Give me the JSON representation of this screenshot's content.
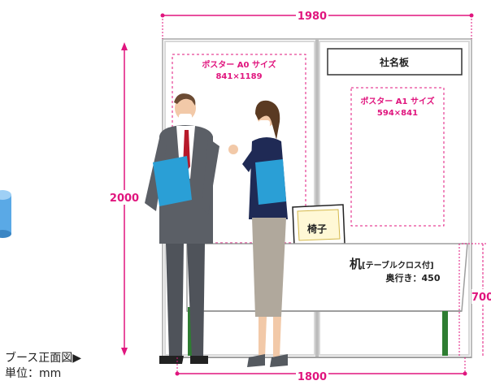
{
  "dimensions": {
    "width": "1980",
    "height": "2000",
    "desk_height": "700",
    "desk_width": "1800"
  },
  "panels": {
    "name_board": "社名板",
    "poster_a0_title": "ポスター A0 サイズ",
    "poster_a0_size": "841×1189",
    "poster_a1_title": "ポスター A1 サイズ",
    "poster_a1_size": "594×841"
  },
  "chair": {
    "label": "椅子"
  },
  "desk": {
    "label_main": "机",
    "label_sub": "[テーブルクロス付]",
    "depth": "奥行き：450"
  },
  "caption": {
    "line1": "ブース正面図▶",
    "line2": "単位：mm"
  },
  "colors": {
    "accent": "#e0157e",
    "panel_frame": "#bdbdbd",
    "desk_leg": "#2e7d32",
    "folder": "#2a9fd6"
  }
}
